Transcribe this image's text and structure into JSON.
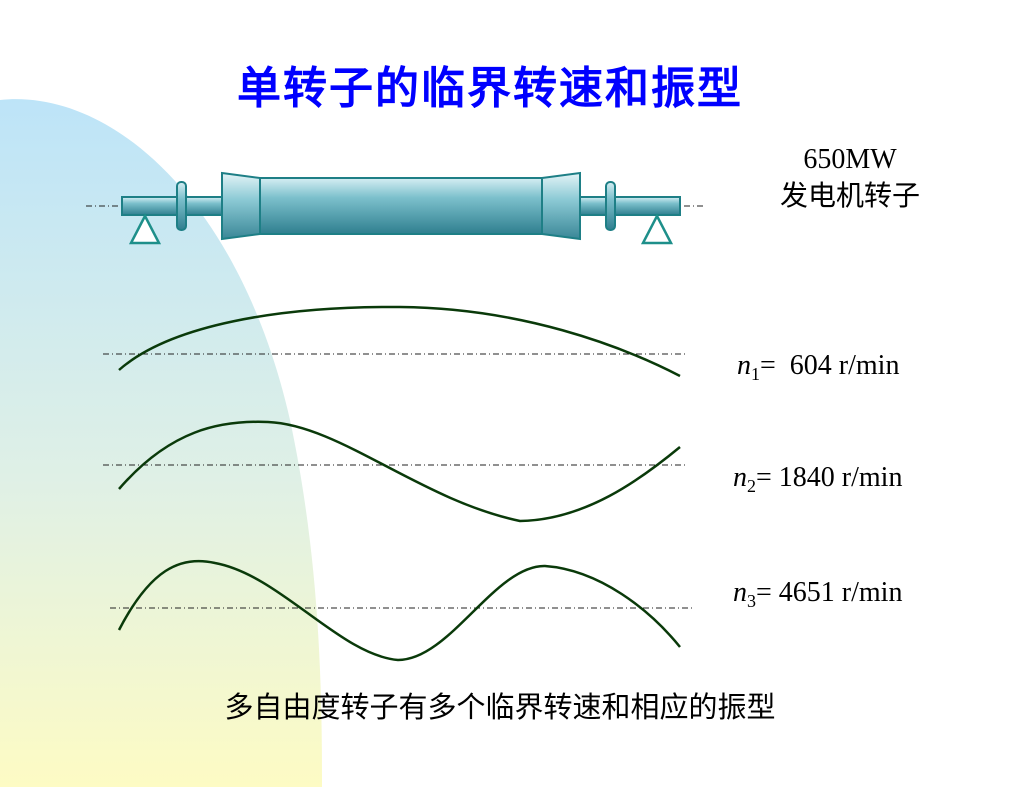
{
  "title": "单转子的临界转速和振型",
  "rotor": {
    "label_line1": "650MW",
    "label_line2": "发电机转子"
  },
  "modes": [
    {
      "n_symbol": "n",
      "index": "1",
      "value": "=  604 r/min"
    },
    {
      "n_symbol": "n",
      "index": "2",
      "value": "= 1840 r/min"
    },
    {
      "n_symbol": "n",
      "index": "3",
      "value": "= 4651 r/min"
    }
  ],
  "caption": "多自由度转子有多个临界转速和相应的振型",
  "colors": {
    "title": "#0000ff",
    "rotor_fill": "#5aa9b9",
    "rotor_stroke": "#1e7f86",
    "support": "#1e8f8a",
    "mode_curve": "#0a3a0a",
    "bg_blue": "#bfe6f7",
    "bg_yellow": "#fdfbc5"
  }
}
